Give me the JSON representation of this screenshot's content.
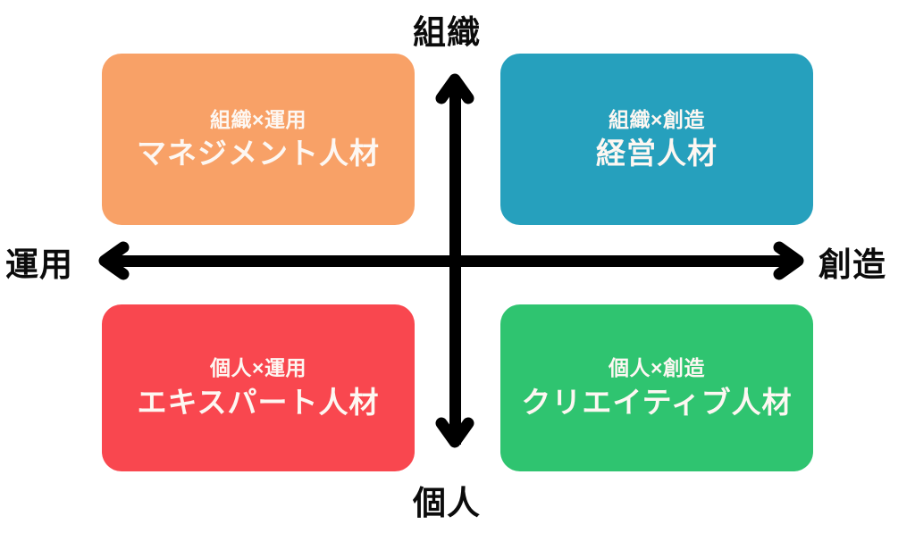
{
  "diagram": {
    "title_implicit": "人材タイプ マトリクス",
    "axes": {
      "vertical": {
        "top_label": "組織",
        "bottom_label": "個人",
        "up_arrow_icon": "arrow-up-icon",
        "down_arrow_icon": "arrow-down-icon"
      },
      "horizontal": {
        "left_label": "運用",
        "right_label": "創造",
        "left_arrow_icon": "arrow-left-icon",
        "right_arrow_icon": "arrow-right-icon"
      }
    },
    "quadrants": [
      {
        "position": "top-left",
        "sub": "組織×運用",
        "main": "マネジメント人材",
        "color": "#F8A167"
      },
      {
        "position": "top-right",
        "sub": "組織×創造",
        "main": "経営人材",
        "color": "#26A0BD"
      },
      {
        "position": "bottom-left",
        "sub": "個人×運用",
        "main": "エキスパート人材",
        "color": "#F9474F"
      },
      {
        "position": "bottom-right",
        "sub": "個人×創造",
        "main": "クリエイティブ人材",
        "color": "#2FC470"
      }
    ],
    "colors": {
      "background": "#FFFFFF",
      "axis": "#000000",
      "box_text": "#FDF7F2",
      "label_text": "#0B0B0B"
    }
  }
}
